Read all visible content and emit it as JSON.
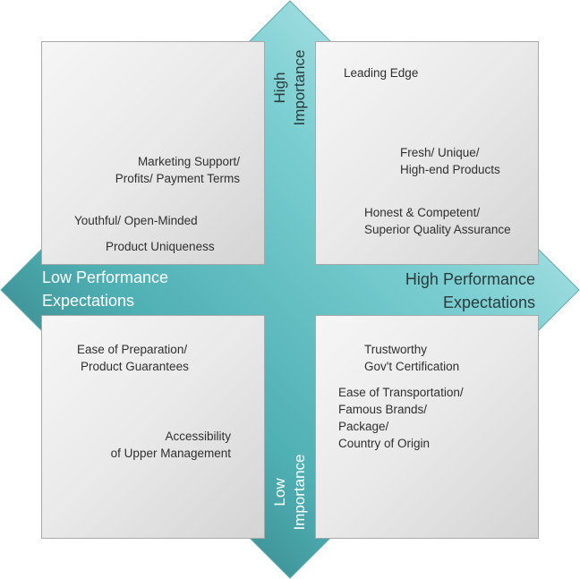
{
  "colors": {
    "diamond_light": "#d6f1f3",
    "diamond_mid": "#63c2c6",
    "diamond_dark": "#2e7174",
    "quadrant_border": "#a9a9a9",
    "text": "#2f2f2f"
  },
  "axes": {
    "top": {
      "line1": "High",
      "line2": "Importance"
    },
    "bottom": {
      "line1": "Low",
      "line2": "Importance"
    },
    "left": {
      "line1": "Low Performance",
      "line2": "Expectations"
    },
    "right": {
      "line1": "High Performance",
      "line2": "Expectations"
    }
  },
  "quadrants": {
    "top_left": {
      "items": [
        {
          "lines": [
            "Marketing Support/",
            "Profits/ Payment Terms"
          ]
        },
        {
          "lines": [
            "Youthful/ Open-Minded"
          ]
        },
        {
          "lines": [
            "Product Uniqueness"
          ]
        }
      ]
    },
    "top_right": {
      "items": [
        {
          "lines": [
            "Leading Edge"
          ]
        },
        {
          "lines": [
            "Fresh/ Unique/",
            "High-end Products"
          ]
        },
        {
          "lines": [
            "Honest & Competent/",
            "Superior Quality Assurance"
          ]
        }
      ]
    },
    "bottom_left": {
      "items": [
        {
          "lines": [
            "Ease of Preparation/",
            "Product Guarantees"
          ]
        },
        {
          "lines": [
            "Accessibility",
            "of Upper Management"
          ]
        }
      ]
    },
    "bottom_right": {
      "items": [
        {
          "lines": [
            "Trustworthy",
            "Gov't Certification"
          ]
        },
        {
          "lines": [
            "Ease of Transportation/",
            "Famous Brands/",
            "Package/",
            "Country of Origin"
          ]
        }
      ]
    }
  }
}
